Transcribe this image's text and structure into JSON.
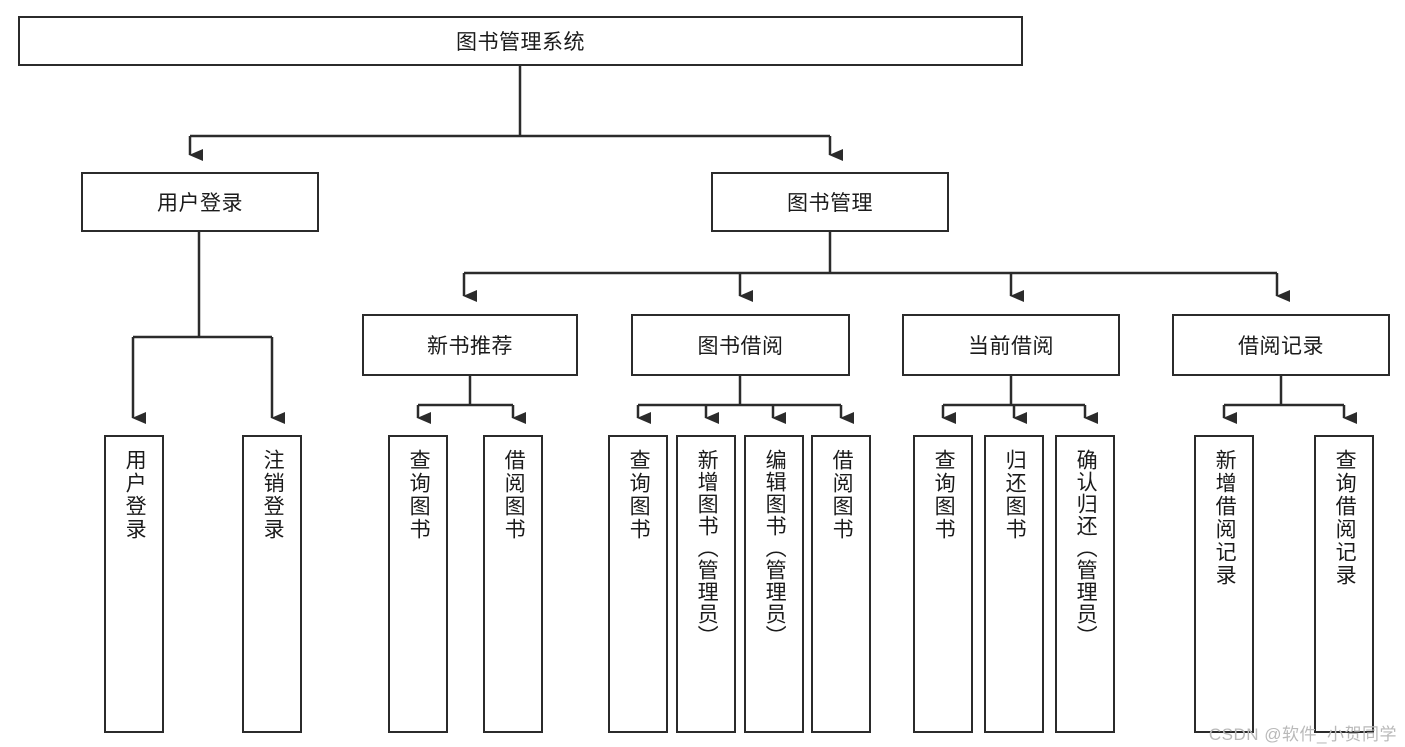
{
  "diagram": {
    "title": "图书管理系统",
    "type": "tree-hierarchy-chart",
    "watermark": "CSDN @软件_小贺同学",
    "colors": {
      "stroke": "#2b2b2b",
      "fill": "#ffffff",
      "text": "#1b1b1b",
      "watermark": "#b9b9b9"
    },
    "root": {
      "label": "图书管理系统"
    },
    "level2": [
      {
        "id": "user-login",
        "label": "用户登录"
      },
      {
        "id": "book-management",
        "label": "图书管理"
      }
    ],
    "level3": [
      {
        "id": "new-book-recommend",
        "label": "新书推荐",
        "parent": "book-management"
      },
      {
        "id": "book-borrow",
        "label": "图书借阅",
        "parent": "book-management"
      },
      {
        "id": "current-borrow",
        "label": "当前借阅",
        "parent": "book-management"
      },
      {
        "id": "borrow-record",
        "label": "借阅记录",
        "parent": "book-management"
      }
    ],
    "leaves": {
      "user-login": [
        {
          "id": "leaf-user-login",
          "label": "用户登录"
        },
        {
          "id": "leaf-logout",
          "label": "注销登录"
        }
      ],
      "new-book-recommend": [
        {
          "id": "leaf-query-book-1",
          "label": "查询图书"
        },
        {
          "id": "leaf-borrow-book-1",
          "label": "借阅图书"
        }
      ],
      "book-borrow": [
        {
          "id": "leaf-query-book-2",
          "label": "查询图书"
        },
        {
          "id": "leaf-add-book",
          "label": "新增图书（管理员）"
        },
        {
          "id": "leaf-edit-book",
          "label": "编辑图书（管理员）"
        },
        {
          "id": "leaf-borrow-book-2",
          "label": "借阅图书"
        }
      ],
      "current-borrow": [
        {
          "id": "leaf-query-book-3",
          "label": "查询图书"
        },
        {
          "id": "leaf-return-book",
          "label": "归还图书"
        },
        {
          "id": "leaf-confirm-return",
          "label": "确认归还（管理员）"
        }
      ],
      "borrow-record": [
        {
          "id": "leaf-add-record",
          "label": "新增借阅记录"
        },
        {
          "id": "leaf-query-record",
          "label": "查询借阅记录"
        }
      ]
    }
  }
}
